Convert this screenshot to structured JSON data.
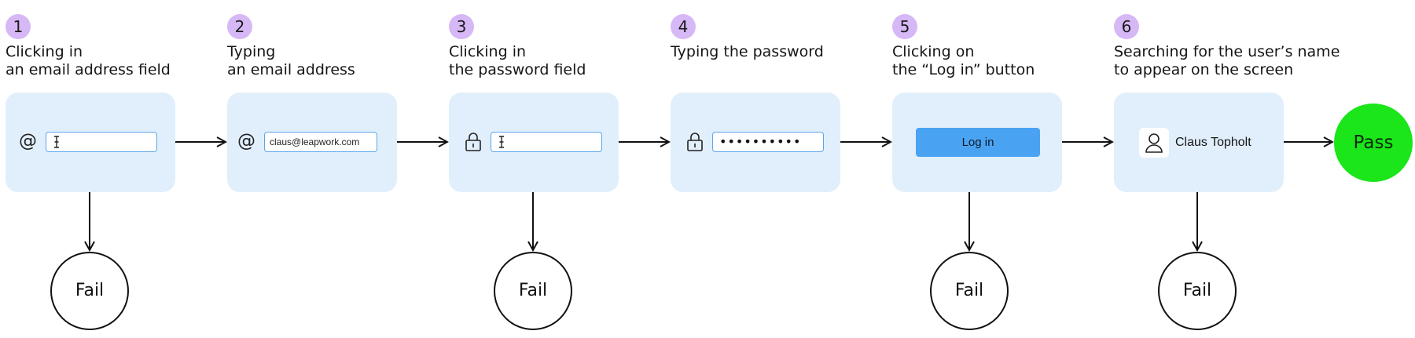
{
  "steps": [
    {
      "number": "1",
      "title": "Clicking in\nan email address field"
    },
    {
      "number": "2",
      "title": "Typing\nan email address",
      "field_value": "claus@leapwork.com"
    },
    {
      "number": "3",
      "title": "Clicking in\nthe password field"
    },
    {
      "number": "4",
      "title": "Typing the password",
      "field_value": "••••••••••"
    },
    {
      "number": "5",
      "title": "Clicking on\nthe “Log in” button",
      "button_label": "Log in"
    },
    {
      "number": "6",
      "title": "Searching for the user’s name\nto appear on the screen",
      "user_name": "Claus Topholt"
    }
  ],
  "outcomes": {
    "fail": "Fail",
    "pass": "Pass"
  },
  "icons": {
    "at_symbol": "@",
    "lock": "lock-icon",
    "user": "user-icon",
    "text_cursor": "text-cursor-icon"
  },
  "colors": {
    "badge": "#d7b8f6",
    "card": "#e1effc",
    "button": "#4aa3f2",
    "pass": "#1ae61a",
    "field_border": "#5ca6e8"
  }
}
